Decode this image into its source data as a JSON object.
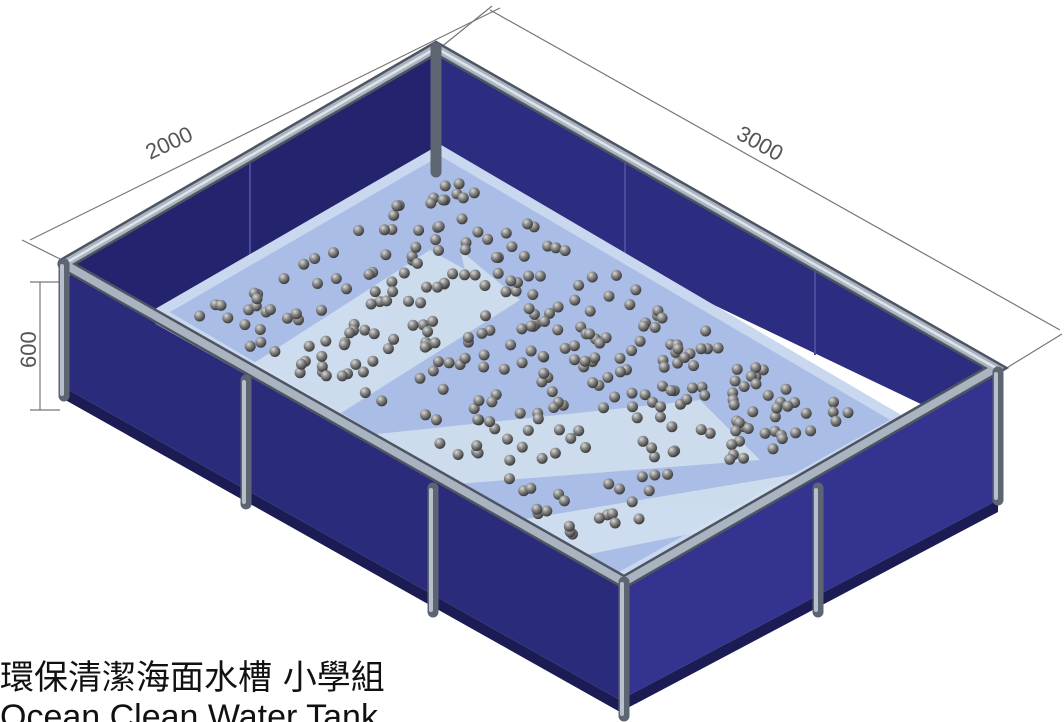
{
  "dimensions": {
    "width": "2000",
    "length": "3000",
    "height": "600"
  },
  "caption": {
    "title": "環保清潔海面水槽 小學組",
    "subtitle_partial": "Ocean Clean Water Tank"
  },
  "colors": {
    "wall": "#2a2a7a",
    "wall_dark": "#1c1c55",
    "frame": "#7d8796",
    "water": "#a9bde6",
    "water_light": "#d3e2ef",
    "ball": "#6e6e6e"
  },
  "ball_count": 330
}
